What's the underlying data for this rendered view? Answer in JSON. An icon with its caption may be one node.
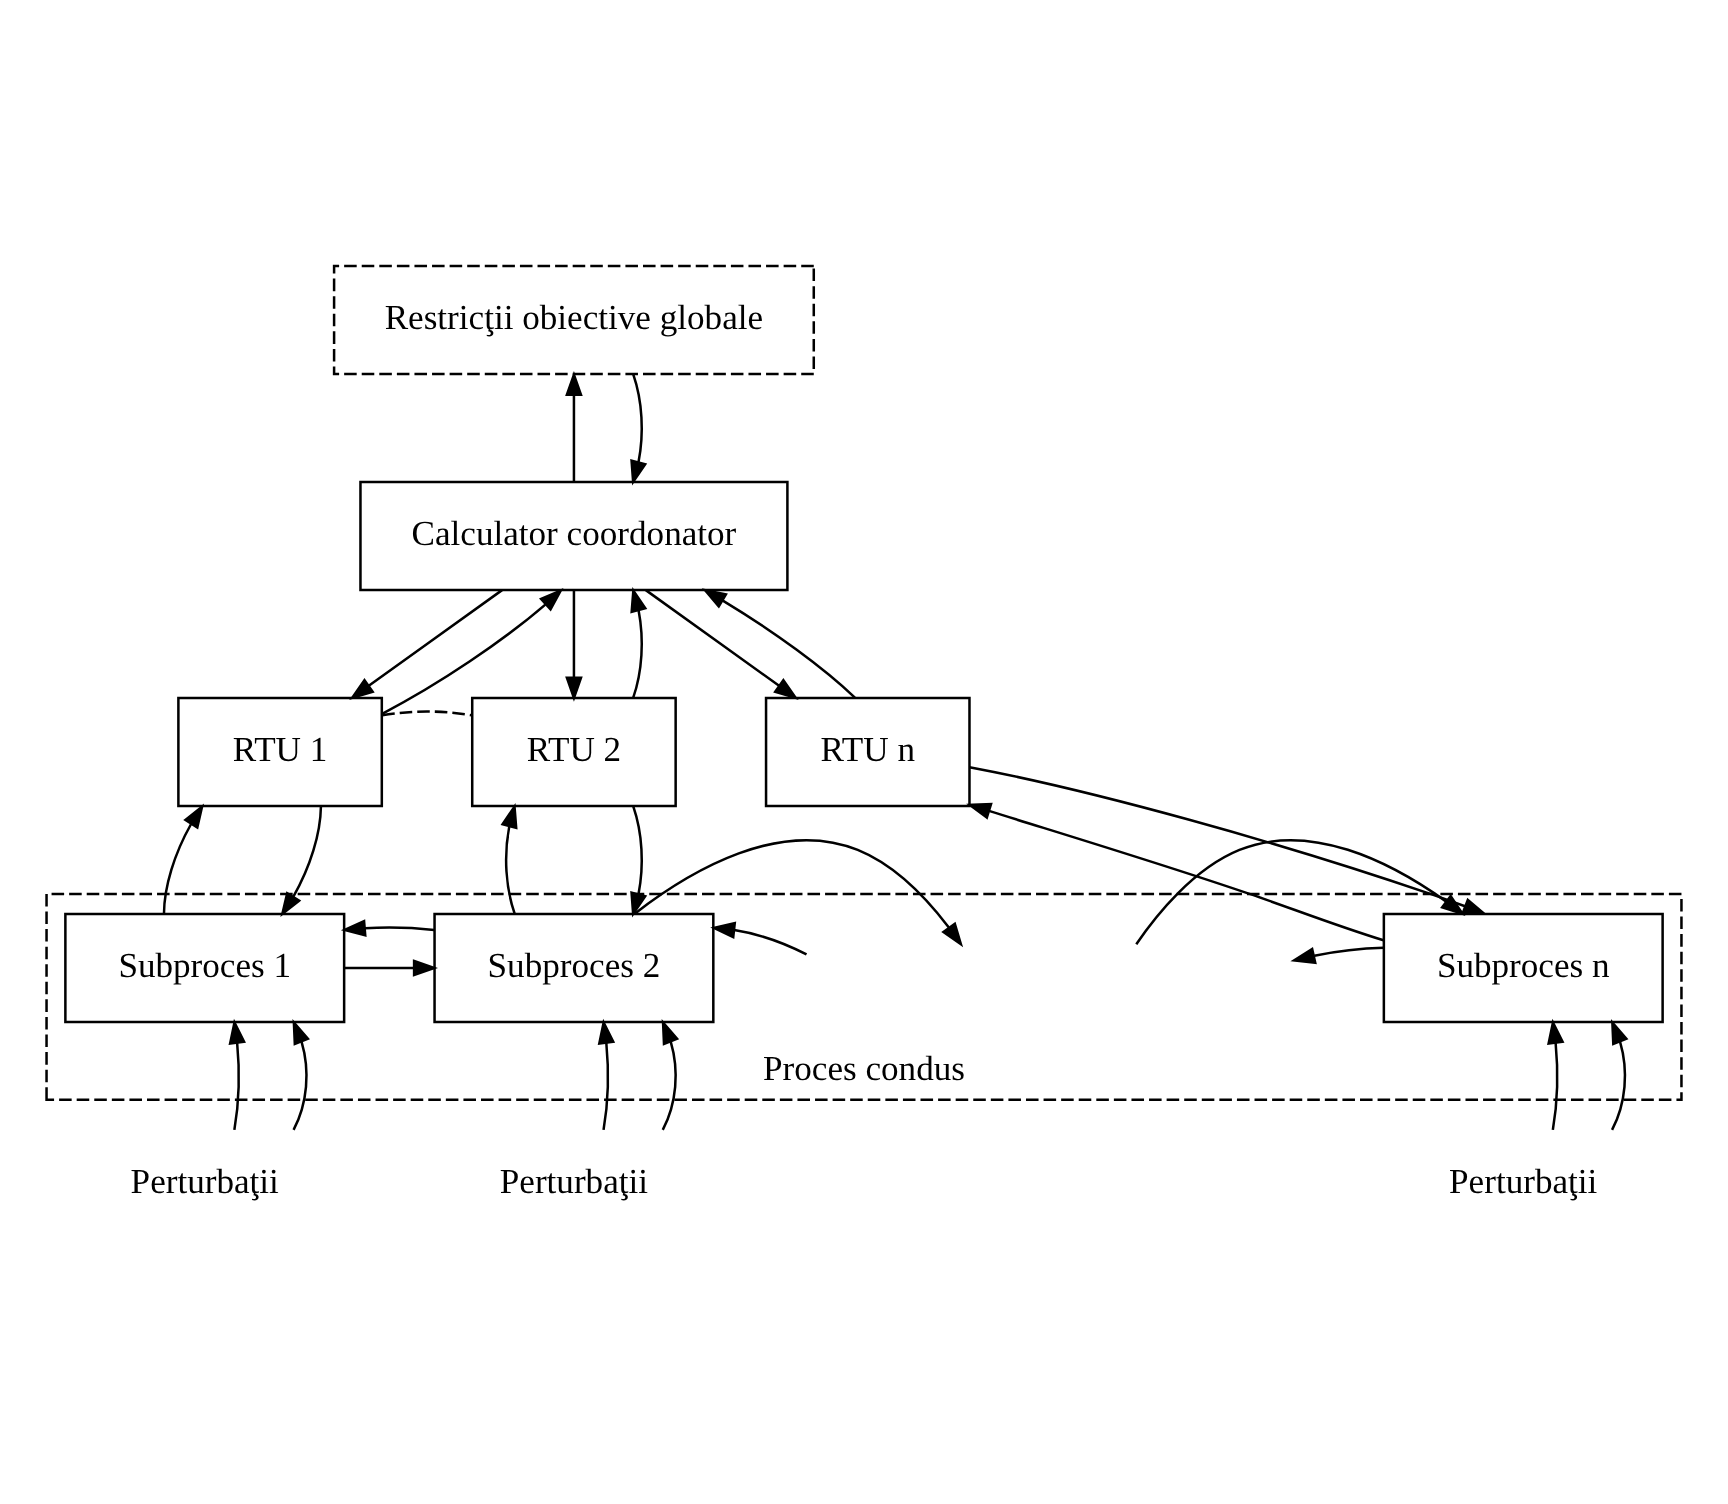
{
  "diagram": {
    "nodes": [
      {
        "text": [
          "Restricţii obiective globale"
        ]
      },
      {
        "text": [
          "Calculator coordonator"
        ]
      },
      {
        "text": [
          "RTU 1"
        ]
      },
      {
        "text": [
          "RTU 2"
        ]
      },
      {
        "text": [
          "RTU n"
        ]
      },
      {
        "text": [
          "Proces condus"
        ]
      },
      {
        "text": [
          "Subproces 1"
        ],
        "in": 5
      },
      {
        "text": [
          "Subproces 2"
        ],
        "in": 5
      },
      {
        "text": [
          "Subproces n"
        ],
        "in": 5
      },
      {
        "text": [
          "Perturbaţii"
        ]
      },
      {
        "text": [
          "Perturbaţii"
        ]
      },
      {
        "text": [
          "Perturbaţii"
        ]
      }
    ],
    "edges": [
      {
        "from": 1,
        "to": 0,
        "arrow": "to"
      },
      {
        "from": 0,
        "to": 1,
        "arrow": "to"
      },
      {
        "from": 1,
        "to": 2,
        "arrow": "to"
      },
      {
        "from": 2,
        "to": 1,
        "arrow": "to"
      },
      {
        "from": 1,
        "to": 3,
        "arrow": "to"
      },
      {
        "from": 3,
        "to": 1,
        "arrow": "to"
      },
      {
        "from": 1,
        "to": 4,
        "arrow": "to"
      },
      {
        "from": 4,
        "to": 1,
        "arrow": "to"
      },
      {
        "from": 2,
        "to": 3,
        "arrow": "none",
        "style": "dashed"
      },
      {
        "from": 2,
        "to": 6,
        "arrow": "to"
      },
      {
        "from": 6,
        "to": 2,
        "arrow": "to"
      },
      {
        "from": 3,
        "to": 7,
        "arrow": "to"
      },
      {
        "from": 7,
        "to": 3,
        "arrow": "to"
      },
      {
        "from": 4,
        "to": 8,
        "arrow": "to"
      },
      {
        "from": 8,
        "to": 4,
        "arrow": "to"
      },
      {
        "from": 6,
        "to": 7,
        "arrow": "to"
      },
      {
        "from": 7,
        "to": 6,
        "arrow": "to"
      },
      {
        "from": 7,
        "to": null,
        "arrow": "to"
      },
      {
        "from": null,
        "to": 7,
        "arrow": "to"
      },
      {
        "from": null,
        "to": 8,
        "arrow": "to"
      },
      {
        "from": 8,
        "to": null,
        "arrow": "to"
      },
      {
        "from": 9,
        "to": 6,
        "arrow": "to"
      },
      {
        "from": 9,
        "to": 6,
        "arrow": "to"
      },
      {
        "from": 10,
        "to": 7,
        "arrow": "to"
      },
      {
        "from": 10,
        "to": 7,
        "arrow": "to"
      },
      {
        "from": 11,
        "to": 8,
        "arrow": "to"
      },
      {
        "from": 11,
        "to": 8,
        "arrow": "to"
      }
    ]
  }
}
